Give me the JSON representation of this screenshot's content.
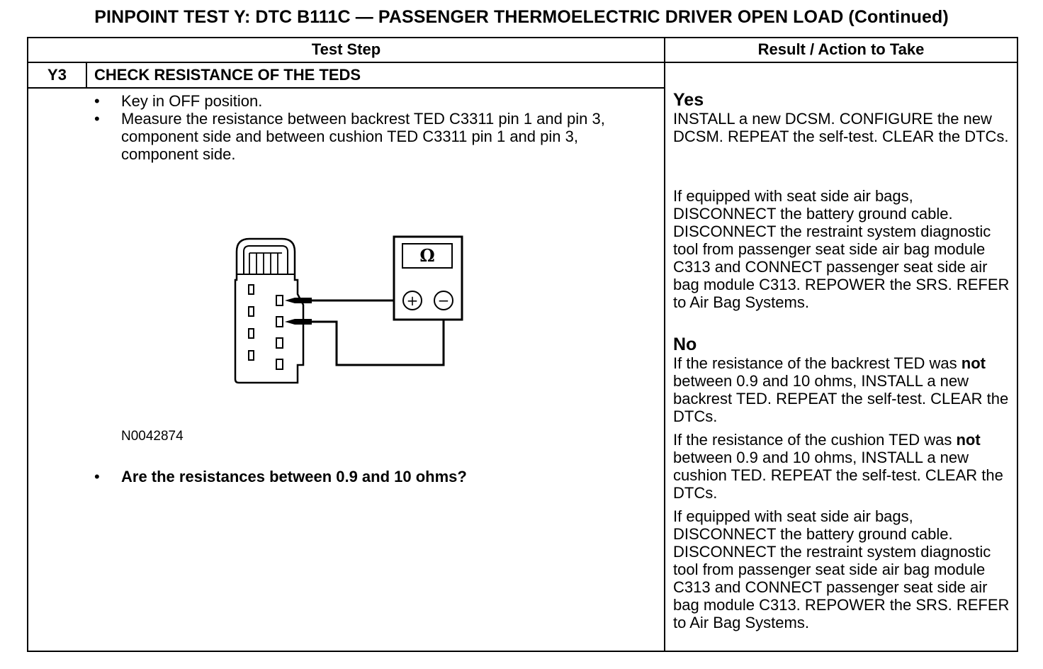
{
  "title": "PINPOINT TEST  Y: DTC B111C — PASSENGER THERMOELECTRIC DRIVER OPEN LOAD (Continued)",
  "table": {
    "header_step": "Test Step",
    "header_result": "Result / Action to Take",
    "step_id": "Y3",
    "step_title": "CHECK RESISTANCE OF THE TEDS",
    "bullets": [
      "Key in OFF position.",
      "Measure the resistance between backrest TED C3311 pin 1 and pin 3, component side and between cushion TED C3311 pin 1 and pin 3, component side."
    ],
    "figure_id": "N0042874",
    "question": "Are the resistances between 0.9 and 10 ohms?",
    "bullet_char": "•"
  },
  "figure": {
    "meter_symbol": "Ω",
    "plus": "+",
    "minus": "−"
  },
  "result": {
    "yes_label": "Yes",
    "yes_text": "INSTALL a new DCSM. CONFIGURE the new DCSM. REPEAT the self-test. CLEAR the DTCs.",
    "yes_airbag": "If equipped with seat side air bags, DISCONNECT the battery ground cable. DISCONNECT the restraint system diagnostic tool from passenger seat side air bag module C313 and CONNECT passenger seat side air bag module C313. REPOWER the SRS. REFER  to Air Bag Systems.",
    "no_label": "No",
    "no_backrest_pre": "If the resistance of the backrest TED was",
    "no_not": "not",
    "no_backrest_post": "between 0.9 and 10 ohms, INSTALL a new backrest TED. REPEAT the self-test. CLEAR the DTCs.",
    "no_cushion_pre": "If the resistance of the cushion TED was",
    "no_cushion_post": "between 0.9 and 10 ohms, INSTALL a new cushion TED. REPEAT the self-test. CLEAR the DTCs.",
    "no_airbag": "If equipped with seat side air bags, DISCONNECT the battery ground cable. DISCONNECT the restraint system diagnostic tool from passenger seat side air bag module C313 and CONNECT passenger seat side air bag module C313. REPOWER the SRS. REFER  to Air Bag Systems."
  }
}
